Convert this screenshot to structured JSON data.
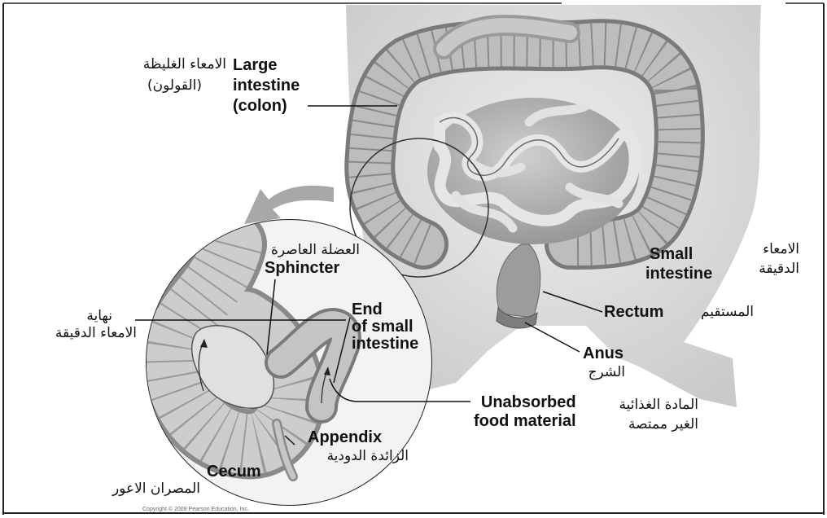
{
  "labels": {
    "large_intestine": [
      "Large",
      "intestine",
      "(colon)"
    ],
    "small_intestine": [
      "Small",
      "intestine"
    ],
    "rectum": "Rectum",
    "anus": "Anus",
    "sphincter": "Sphincter",
    "end_small_intestine": [
      "End",
      "of small",
      "intestine"
    ],
    "unabsorbed": [
      "Unabsorbed",
      "food material"
    ],
    "appendix": "Appendix",
    "cecum": "Cecum"
  },
  "arabic": {
    "large_intestine": [
      "الامعاء الغليظة",
      "(القولون)"
    ],
    "small_intestine": [
      "الامعاء",
      "الدقيقة"
    ],
    "rectum": "المستقيم",
    "anus": "الشرج",
    "sphincter": "العضلة العاصرة",
    "end_small_intestine": [
      "نهاية",
      "الامعاء الدقيقة"
    ],
    "unabsorbed": [
      "المادة الغذائية",
      "الغير ممتصة"
    ],
    "appendix": "الزائدة الدودية",
    "cecum": "المصران الاعور"
  },
  "copyright": "Copyright © 2009 Pearson Education, Inc."
}
